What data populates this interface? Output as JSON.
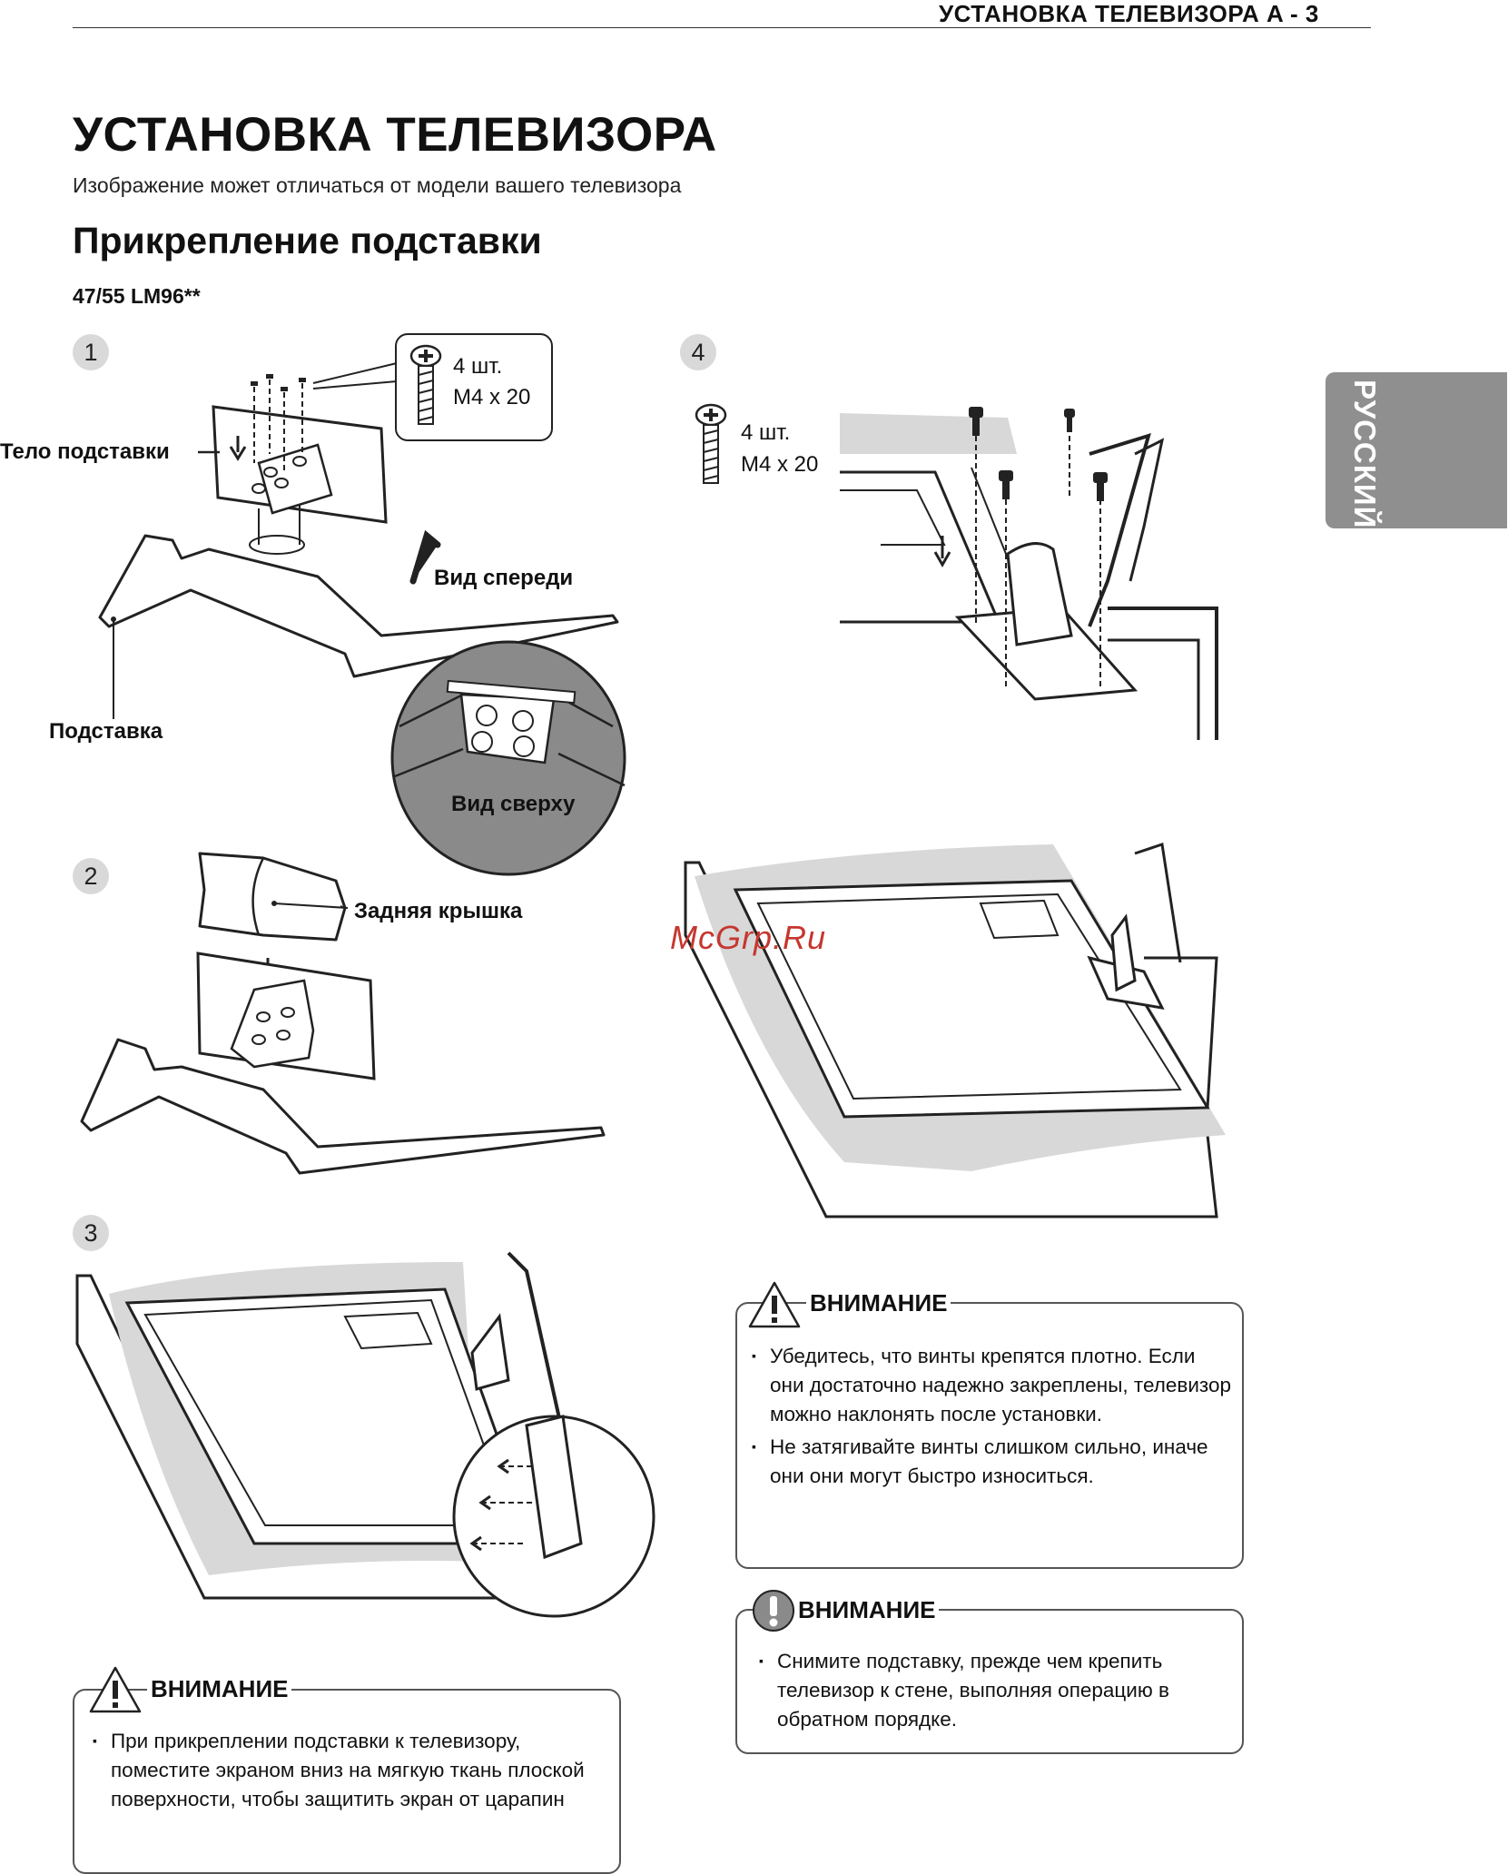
{
  "header": {
    "running_head": "УСТАНОВКА ТЕЛЕВИЗОРА  A - 3"
  },
  "page": {
    "title": "УСТАНОВКА ТЕЛЕВИЗОРА",
    "subtitle": "Изображение может отличаться от модели вашего телевизора",
    "section_title": "Прикрепление подставки",
    "model": "47/55 LM96**"
  },
  "language_tab": "РУССКИЙ",
  "steps": {
    "s1": "1",
    "s2": "2",
    "s3": "3",
    "s4": "4"
  },
  "step1": {
    "stand_body_label": "Тело подставки",
    "stand_label": "Подставка",
    "front_view_label": "Вид спереди",
    "top_view_label": "Вид сверху",
    "screw_qty": "4 шт.",
    "screw_size": "M4 x 20"
  },
  "step2": {
    "back_cover_label": "Задняя крышка"
  },
  "step4": {
    "screw_qty": "4 шт.",
    "screw_size": "M4 x 20"
  },
  "watermark": "McGrp.Ru",
  "caution_left": {
    "title": "ВНИМАНИЕ",
    "items": [
      "При прикреплении подставки к телевизору, поместите экраном вниз на мягкую ткань плоской поверхности, чтобы защитить экран от царапин"
    ]
  },
  "caution_right_1": {
    "title": "ВНИМАНИЕ",
    "items": [
      "Убедитесь, что винты крепятся плотно. Если они достаточно надежно закреплены, телевизор можно наклонять после установки.",
      "Не затягивайте винты слишком сильно, иначе они они могут быстро износиться."
    ]
  },
  "caution_right_2": {
    "title": "ВНИМАНИЕ",
    "items": [
      "Снимите подставку, прежде чем крепить телевизор к стене, выполняя операцию в обратном порядке."
    ]
  },
  "icons": [
    "warning-triangle-icon",
    "exclamation-circle-icon",
    "screw-icon",
    "arrow-down-icon"
  ],
  "colors": {
    "tab_bg": "#8f8f8f",
    "cloth_gray": "#d8d8d8",
    "watermark": "#c5372f"
  }
}
